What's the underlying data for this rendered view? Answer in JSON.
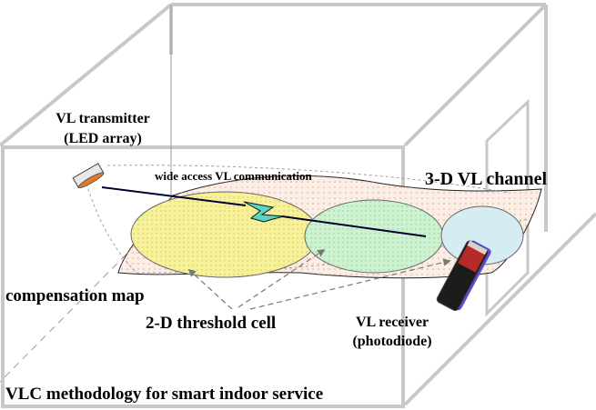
{
  "labels": {
    "transmitter_line1": "VL transmitter",
    "transmitter_line2": "(LED array)",
    "wide_access": "wide access VL communication",
    "channel": "3-D VL channel",
    "compensation_map": "compensation map",
    "threshold_cell": "2-D threshold cell",
    "receiver_line1": "VL receiver",
    "receiver_line2": "(photodiode)",
    "caption": "VLC methodology for smart indoor service"
  },
  "colors": {
    "room_frame": "#c8c8c8",
    "floor_fill": "#fbeee6",
    "floor_dots": "#e3a58c",
    "cell_left": "#f7f29a",
    "cell_middle": "#cdf2cf",
    "cell_right": "#d4ecf2",
    "link_bolt": "#56d6c3",
    "led_body": "#e8e8e8",
    "led_lens": "#e07a2c",
    "phone_body": "#1c1c1c",
    "phone_band": "#b72a2a",
    "phone_side": "#5a4be0",
    "text": "#000000"
  },
  "icons": {
    "transmitter": "led-array-icon",
    "receiver": "photodiode-phone-icon"
  }
}
